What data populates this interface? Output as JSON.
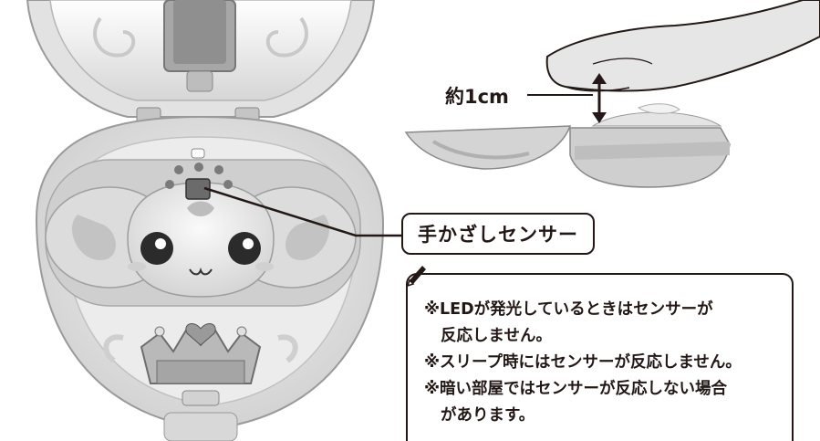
{
  "sensor_label": "手かざしセンサー",
  "distance_label": "約1cm",
  "notes": [
    {
      "line1": "※LEDが発光しているときはセンサーが",
      "line2": "反応しません。"
    },
    {
      "line1": "※スリープ時にはセンサーが反応しません。",
      "line2": ""
    },
    {
      "line1": "※暗い部屋ではセンサーが反応しない場合",
      "line2": "があります。"
    }
  ],
  "colors": {
    "outline": "#231815",
    "device_body": "#e9e9e9",
    "device_shadow": "#bdbdbd",
    "hand": "#d9d9d9"
  },
  "icons": [
    "pencil-icon",
    "heart-icon",
    "crown-icon",
    "arrow-double-icon"
  ]
}
